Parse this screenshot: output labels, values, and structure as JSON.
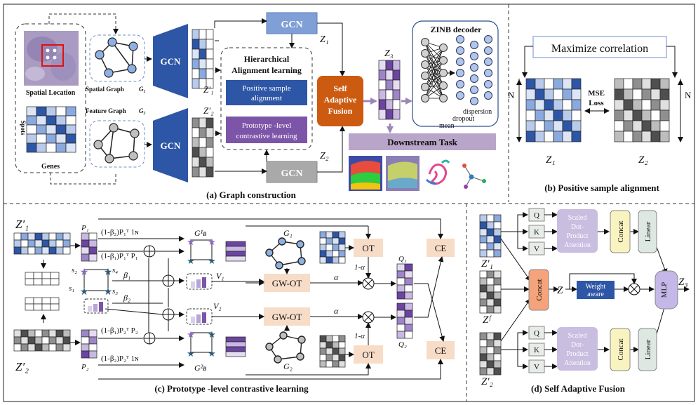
{
  "panels": {
    "a": {
      "caption": "(a) Graph construction",
      "spatial_location": "Spatial Location",
      "spots": "Spots",
      "genes": "Genes",
      "spatial_graph": "Spatial Graph",
      "spatial_graph_sub": "G₁",
      "feature_graph": "Feature Graph",
      "feature_graph_sub": "G₂",
      "gcn": "GCN",
      "z1p": "Z′₁",
      "z2p": "Z′₂",
      "z1": "Z₁",
      "z2": "Z₂",
      "z3": "Z₃",
      "hal_title_1": "Hierarchical",
      "hal_title_2": "Alignment learning",
      "positive_1": "Positive sample",
      "positive_2": "alignment",
      "proto_1": "Prototype -level",
      "proto_2": "contrastive learning",
      "fusion_1": "Self",
      "fusion_2": "Adaptive",
      "fusion_3": "Fusion",
      "zinb": "ZINB decoder",
      "dispersion": "dispersion",
      "dropout": "dropout",
      "mean": "mean",
      "downstream": "Downstream  Task"
    },
    "b": {
      "caption": "(b) Positive sample alignment",
      "maximize": "Maximize    correlation",
      "n": "N",
      "mse_1": "MSE",
      "mse_2": "Loss",
      "z1": "Z₁",
      "z2": "Z₂"
    },
    "c": {
      "caption": "(c) Prototype -level contrastive learning",
      "z1p": "Z′₁",
      "z2p": "Z′₂",
      "p1": "P₁",
      "p2": "P₂",
      "eq1": "(1-β₂)P₁ᵀ 1ɴ",
      "eq2": "(1-β₁)P₁ᵀ P₁",
      "eq3": "(1-β₁)P₂ᵀ P₂",
      "eq4": "(1-β₂)P₂ᵀ 1ɴ",
      "beta1": "β₁",
      "beta2": "β₂",
      "gb1": "G¹ʙ",
      "gb2": "G²ʙ",
      "v1": "V₁",
      "v2": "V₂",
      "g1": "G₁",
      "g2": "G₂",
      "s1": "s₁",
      "s2": "s₂",
      "s3": "s₃",
      "s4": "s₄",
      "ot": "OT",
      "gwot": "GW-OT",
      "ce": "CE",
      "alpha": "α",
      "one_minus_alpha": "1-α",
      "q1": "Q₁",
      "q2": "Q₂"
    },
    "d": {
      "caption": "(d) Self Adaptive Fusion",
      "q": "Q",
      "k": "K",
      "v": "V",
      "attn_1": "Scaled",
      "attn_2": "Dot-",
      "attn_3": "Product",
      "attn_4": "Attention",
      "concat": "Concat",
      "linear": "Linear",
      "mlp": "MLP",
      "z": "Z",
      "weight_1": "Weight",
      "weight_2": "aware",
      "z1p": "Z′₁",
      "zf": "Zᶠ",
      "z2p": "Z′₂",
      "z3": "Z₃"
    }
  },
  "colors": {
    "blue_box": "#2e56a6",
    "purple_box": "#7d55a8",
    "fusion": "#cc5a10",
    "light_blue_gcn": "#7f9fd6",
    "gcn_gray": "#a9a9a9",
    "downstream": "#b9a5c9",
    "attention": "#c9bde0",
    "concat": "#f8f3c0",
    "linear": "#dde8e2",
    "mlp": "#c5b8e8",
    "ot": "#f7dcc8",
    "weight": "#2e56a6"
  }
}
